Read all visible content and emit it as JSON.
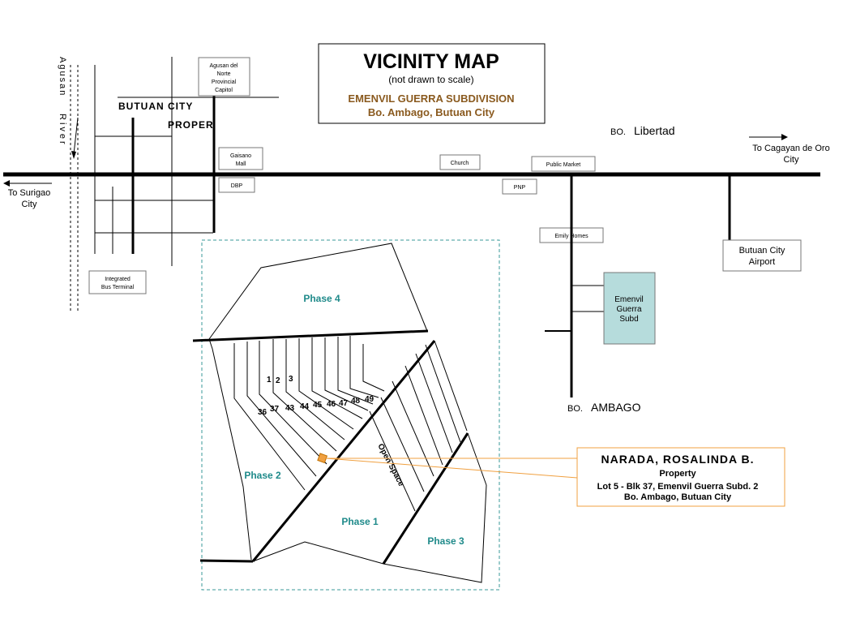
{
  "title": {
    "heading": "VICINITY MAP",
    "note": "(not drawn to scale)",
    "subdivision": "EMENVIL GUERRA SUBDIVISION",
    "location": "Bo. Ambago, Butuan City"
  },
  "places": {
    "agusan_river": "Agusan",
    "agusan_river_2": "River",
    "butuan_city": "BUTUAN CITY",
    "proper": "PROPER",
    "libertad_prefix": "BO.",
    "libertad": "Libertad",
    "ambago_prefix": "BO.",
    "ambago": "AMBAGO",
    "to_surigao_1": "To Surigao",
    "to_surigao_2": "City",
    "to_cdo_1": "To  Cagayan de Oro",
    "to_cdo_2": "City"
  },
  "landmarks": {
    "capitol_1": "Agusan del",
    "capitol_2": "Norte",
    "capitol_3": "Provincial",
    "capitol_4": "Capitol",
    "gaisano_1": "Gaisano",
    "gaisano_2": "Mall",
    "dbp": "DBP",
    "church": "Church",
    "public_market": "Public Market",
    "pnp": "PNP",
    "emily_homes": "Emily Homes",
    "airport_1": "Butuan City",
    "airport_2": "Airport",
    "bus_terminal_1": "Integrated",
    "bus_terminal_2": "Bus Terminal",
    "emenvil_1": "Emenvil",
    "emenvil_2": "Guerra",
    "emenvil_3": "Subd"
  },
  "phases": {
    "phase4": "Phase 4",
    "phase2": "Phase 2",
    "phase1": "Phase 1",
    "phase3": "Phase 3",
    "open_space": "Open Space"
  },
  "lots": {
    "l1": "1",
    "l2": "2",
    "l3": "3",
    "l36": "36",
    "l37": "37",
    "l43": "43",
    "l44": "44",
    "l45": "45",
    "l46": "46",
    "l47": "47",
    "l48": "48",
    "l49": "49"
  },
  "property": {
    "owner": "NARADA, ROSALINDA B.",
    "type": "Property",
    "lot": "Lot 5 - Blk 37, Emenvil Guerra Subd. 2",
    "address": "Bo. Ambago, Butuan City"
  },
  "colors": {
    "phase_label": "#1f8a8a",
    "subdivision_text": "#8a5a1f",
    "marker": "#f0a040",
    "subd_fill": "#b6dcdc",
    "dashed_border": "#3a9a9a"
  }
}
